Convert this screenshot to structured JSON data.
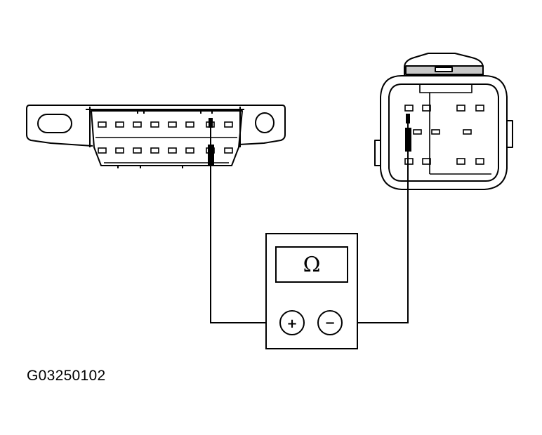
{
  "figure_id": "G03250102",
  "meter": {
    "display_symbol": "Ω",
    "positive_label": "+",
    "negative_label": "−"
  },
  "colors": {
    "line": "#000000",
    "background": "#ffffff",
    "connector_shade": "#c8c8c8"
  },
  "icons": {
    "dlc_connector": "obd-16-pin-connector",
    "component_connector": "12-pin-connector",
    "ohmmeter": "ohmmeter"
  }
}
